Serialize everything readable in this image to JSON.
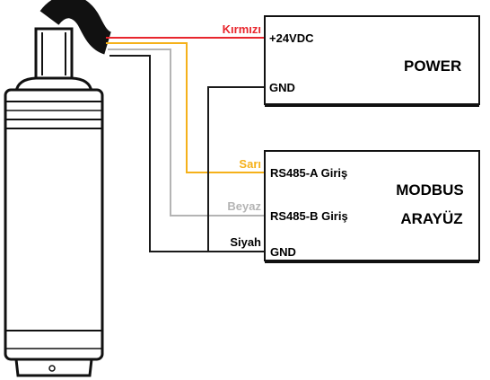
{
  "power": {
    "title": "POWER",
    "terminals": {
      "plus": "+24VDC",
      "gnd": "GND"
    }
  },
  "modbus": {
    "title_line1": "MODBUS",
    "title_line2": "ARAYÜZ",
    "terminals": {
      "a": "RS485-A Giriş",
      "b": "RS485-B Giriş",
      "gnd": "GND"
    }
  },
  "wires": {
    "red": {
      "label": "Kırmızı",
      "color": "#e8262d"
    },
    "yellow": {
      "label": "Sarı",
      "color": "#f5b11a"
    },
    "white": {
      "label": "Beyaz",
      "color": "#b4b4b4"
    },
    "black": {
      "label": "Siyah",
      "color": "#1a1a1a"
    }
  }
}
